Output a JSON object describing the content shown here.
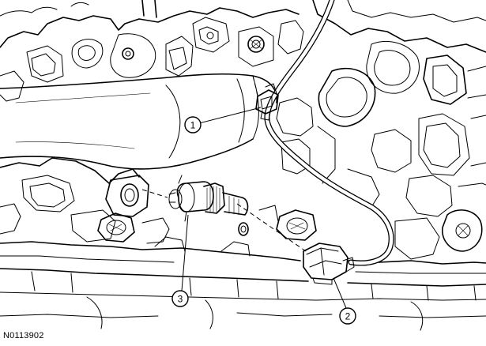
{
  "figure": {
    "id": "N0113902",
    "callouts": [
      "1",
      "2",
      "3"
    ]
  }
}
